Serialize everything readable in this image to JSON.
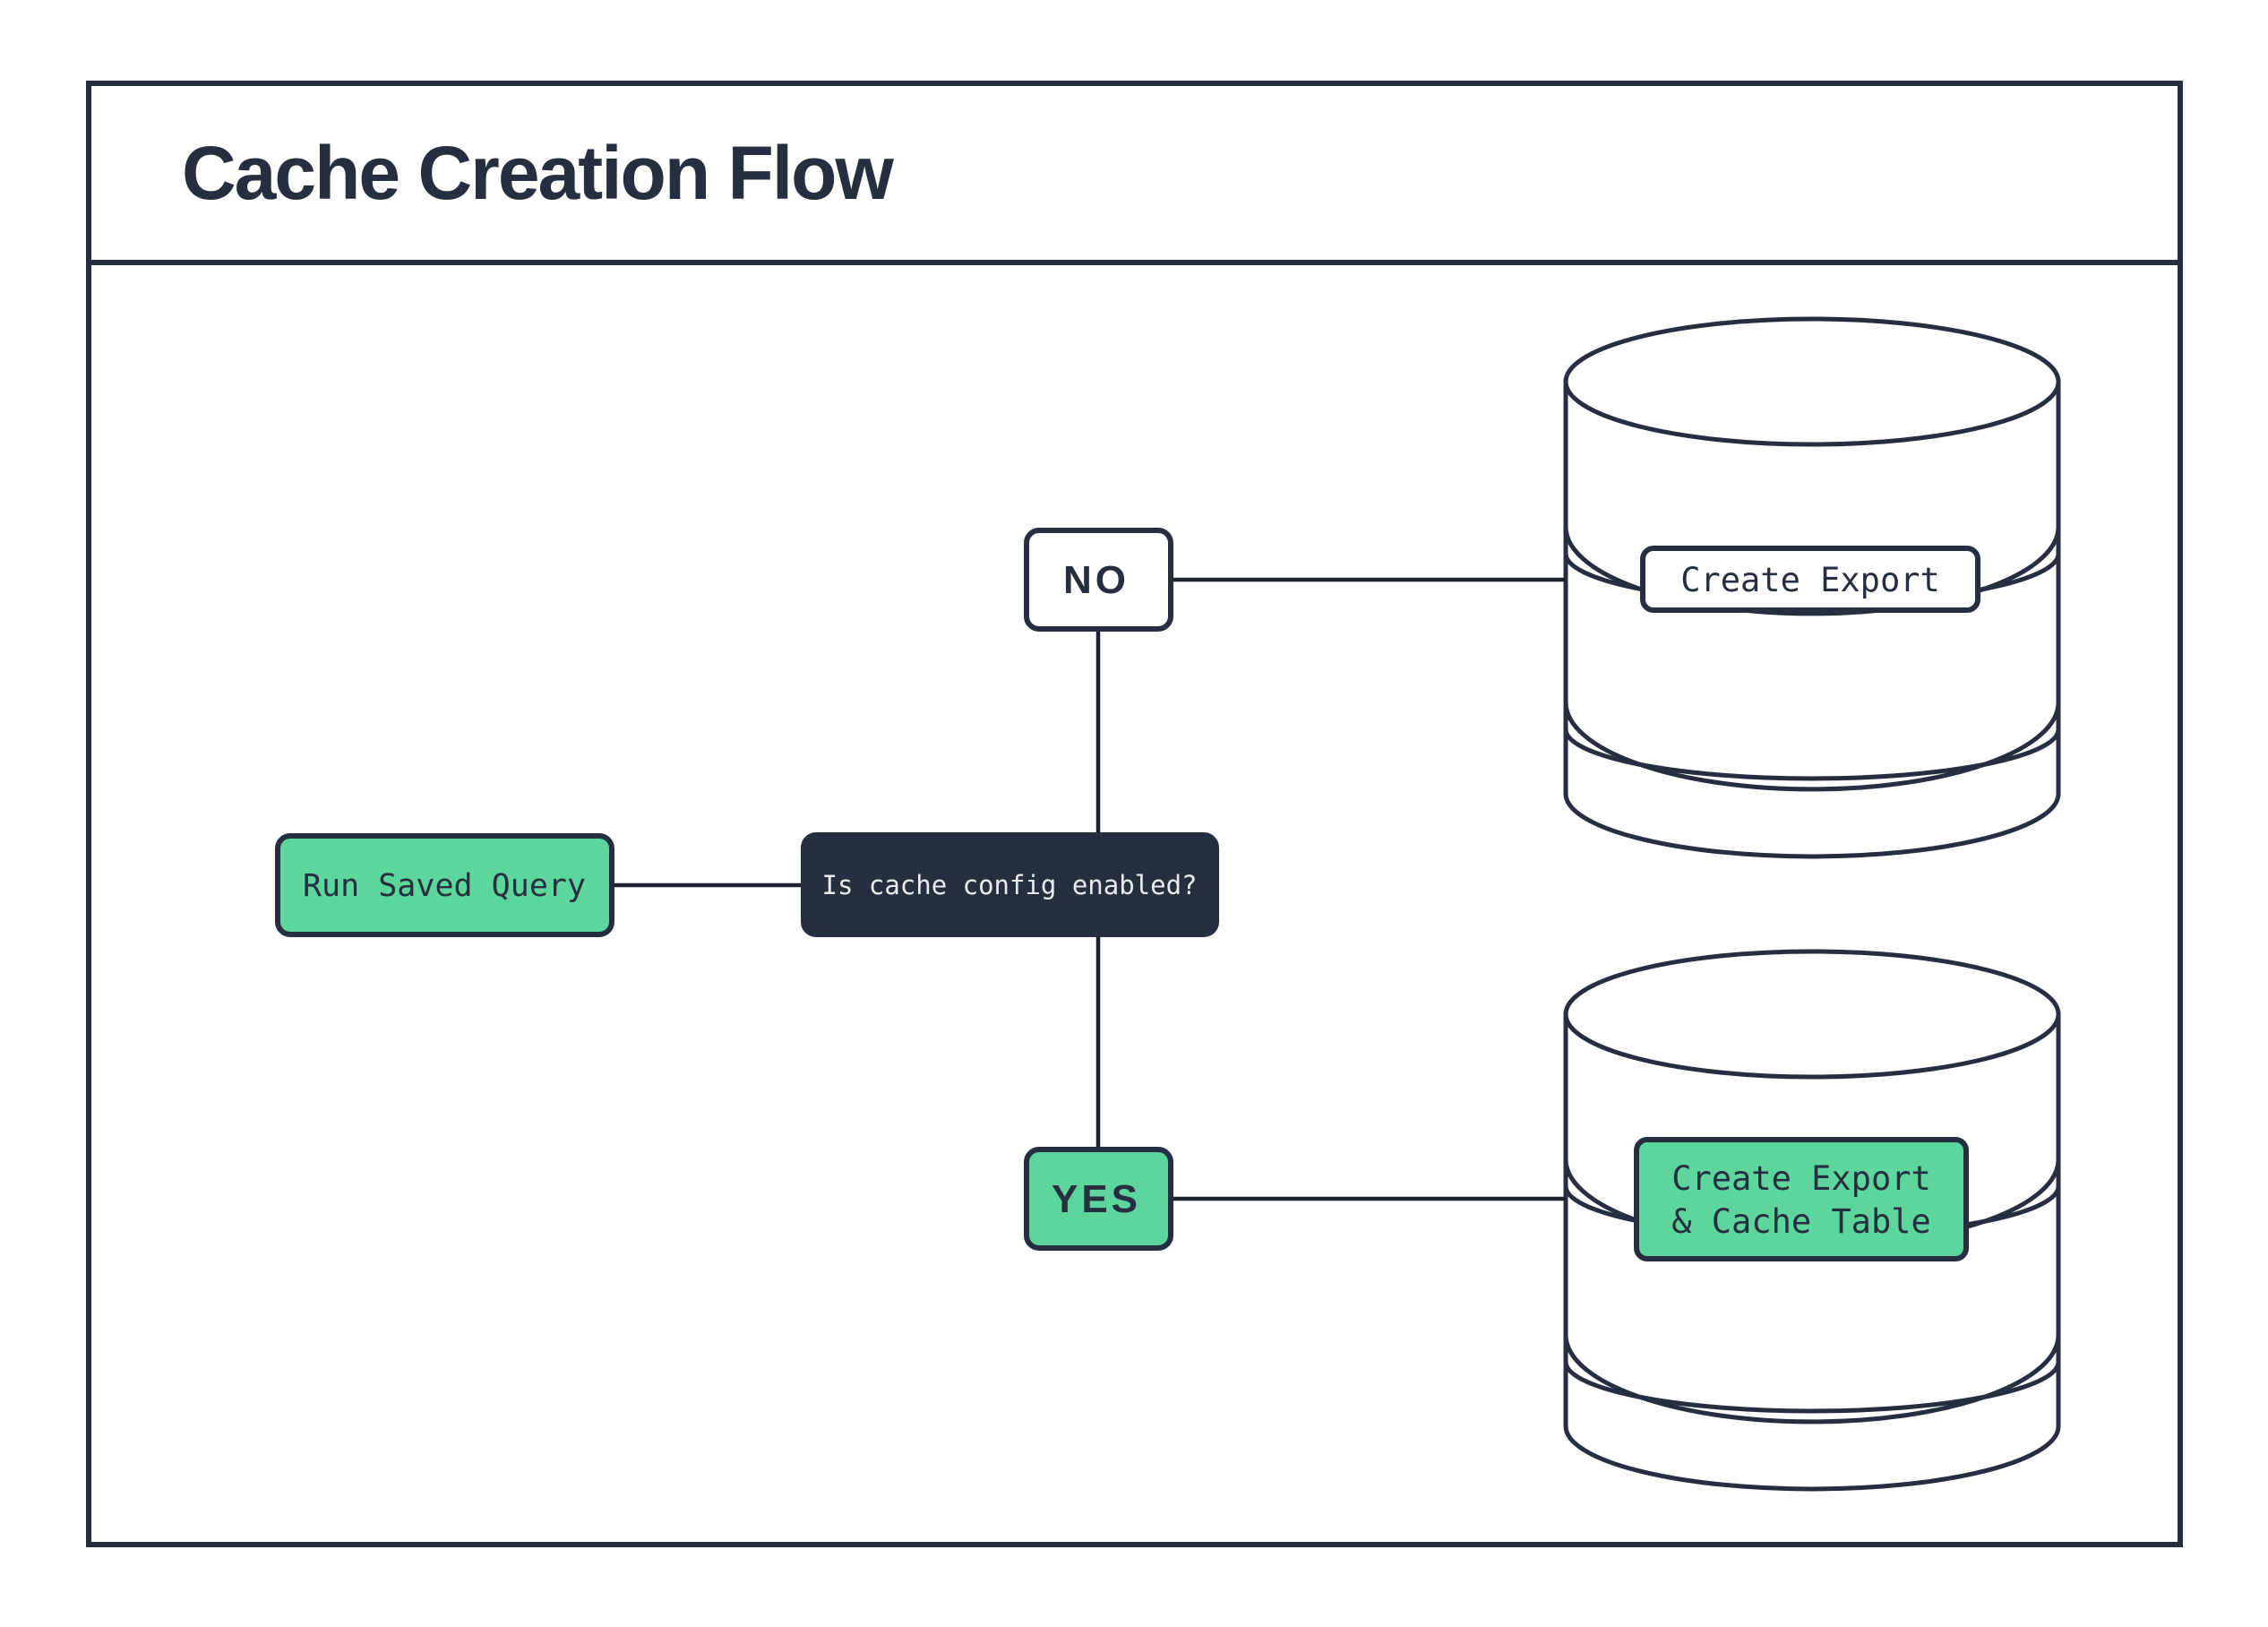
{
  "title": "Cache Creation Flow",
  "flow": {
    "start_label": "Run Saved Query",
    "decision_label": "Is cache config enabled?",
    "no_label": "NO",
    "yes_label": "YES",
    "no_result_label": "Create Export",
    "yes_result_label_line1": "Create Export",
    "yes_result_label_line2": "& Cache Table"
  },
  "colors": {
    "ink": "#272e3f",
    "green": "#5cd69d",
    "dark-fill": "#272e3f",
    "light-text": "#e9ebf0",
    "canvas": "#ffffff"
  }
}
